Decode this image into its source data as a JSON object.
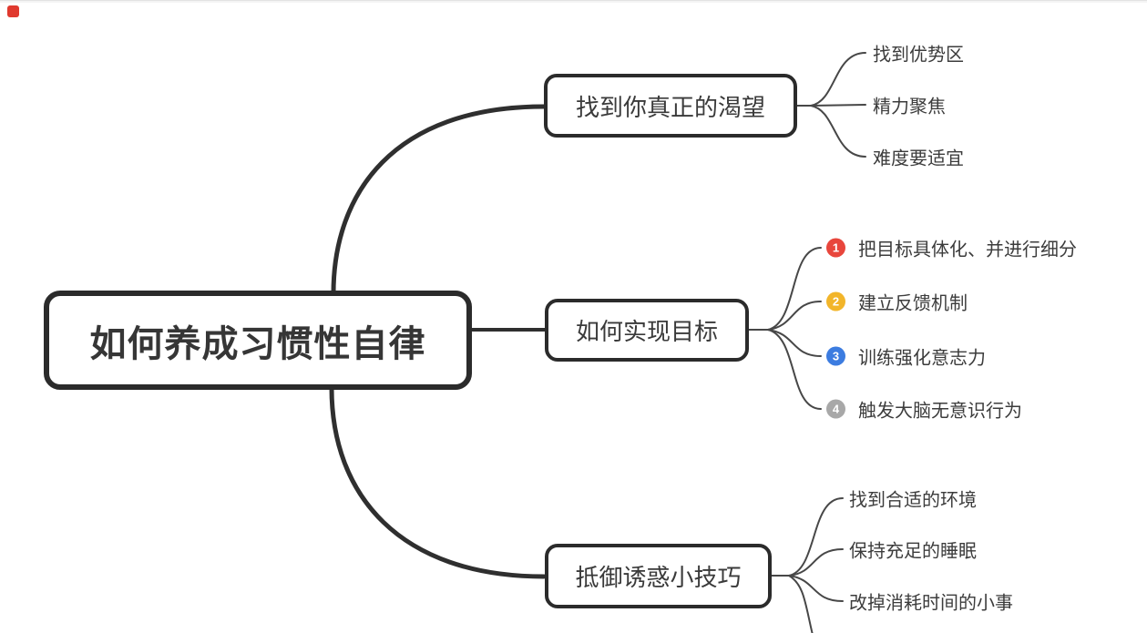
{
  "page": {
    "background": "#ffffff",
    "top_strip_color": "#e3e3e3",
    "recording_dot_color": "#e0392e",
    "line_color": "#2f2f2f",
    "thin_line_color": "#474747"
  },
  "root": {
    "label": "如何养成习惯性自律"
  },
  "branches": [
    {
      "label": "找到你真正的渴望",
      "children": [
        {
          "label": "找到优势区"
        },
        {
          "label": "精力聚焦"
        },
        {
          "label": "难度要适宜"
        }
      ]
    },
    {
      "label": "如何实现目标",
      "children": [
        {
          "badge": "1",
          "badge_color": "#e8463c",
          "label": "把目标具体化、并进行细分"
        },
        {
          "badge": "2",
          "badge_color": "#f2b52a",
          "label": "建立反馈机制"
        },
        {
          "badge": "3",
          "badge_color": "#3c7ce0",
          "label": "训练强化意志力"
        },
        {
          "badge": "4",
          "badge_color": "#a8a8a8",
          "label": "触发大脑无意识行为"
        }
      ]
    },
    {
      "label": "抵御诱惑小技巧",
      "children": [
        {
          "label": "找到合适的环境"
        },
        {
          "label": "保持充足的睡眠"
        },
        {
          "label": "改掉消耗时间的小事"
        }
      ]
    }
  ]
}
